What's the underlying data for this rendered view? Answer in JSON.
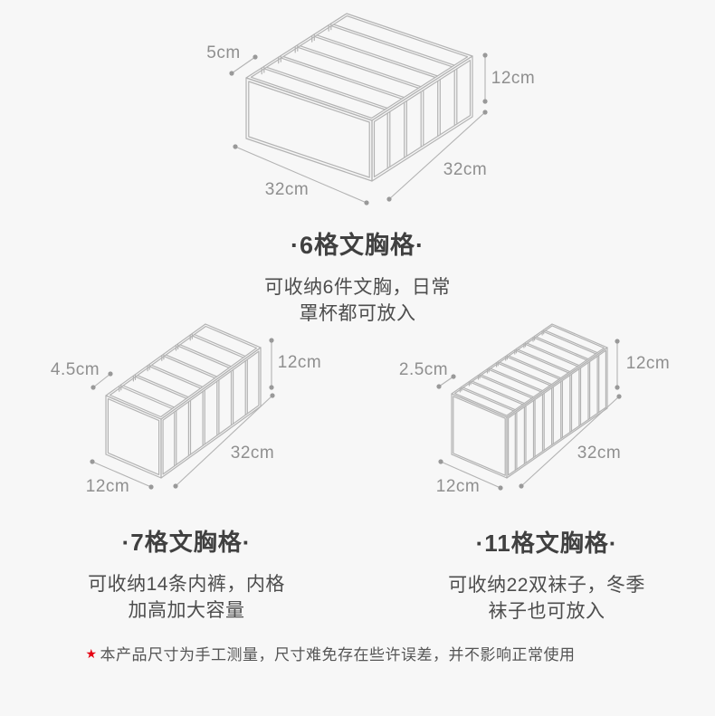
{
  "colors": {
    "background": "#f7f7f7",
    "line": "#b3b3b3",
    "dot": "#999999",
    "dim_text": "#8f8f8f",
    "title_text": "#404040",
    "desc_text": "#4d4d4d",
    "note_text": "#555555",
    "star_red": "#e60012"
  },
  "sections": [
    {
      "grids": 6,
      "title": "·6格文胸格·",
      "desc_line1": "可收纳6件文胸，日常",
      "desc_line2": "罩杯都可放入",
      "dims": {
        "cell": "5cm",
        "height": "12cm",
        "length": "32cm",
        "side": "32cm"
      }
    },
    {
      "grids": 7,
      "title": "·7格文胸格·",
      "desc_line1": "可收纳14条内裤，内格",
      "desc_line2": "加高加大容量",
      "dims": {
        "cell": "4.5cm",
        "height": "12cm",
        "length": "32cm",
        "side": "12cm"
      }
    },
    {
      "grids": 11,
      "title": "·11格文胸格·",
      "desc_line1": "可收纳22双袜子，冬季",
      "desc_line2": "袜子也可放入",
      "dims": {
        "cell": "2.5cm",
        "height": "12cm",
        "length": "32cm",
        "side": "12cm"
      }
    }
  ],
  "note": {
    "star": "★",
    "text": "本产品尺寸为手工测量，尺寸难免存在些许误差，并不影响正常使用"
  }
}
